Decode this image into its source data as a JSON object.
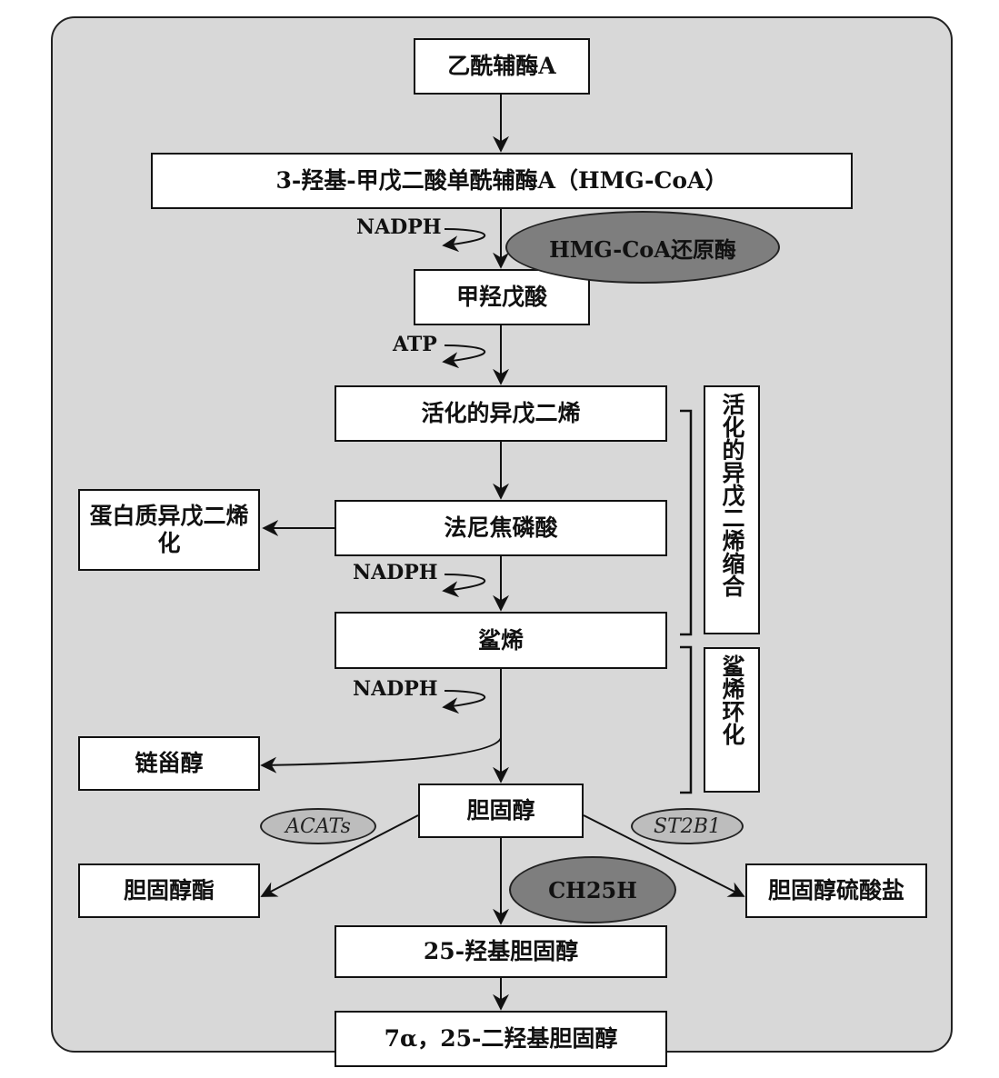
{
  "nodes": {
    "acetyl_coa": "乙酰辅酶A",
    "hmg_coa": "3-羟基-甲戊二酸单酰辅酶A（HMG-CoA）",
    "mevalonate": "甲羟戊酸",
    "activated_isoprene": "活化的异戊二烯",
    "farnesyl_pp": "法尼焦磷酸",
    "squalene": "鲨烯",
    "cholesterol": "胆固醇",
    "hydroxy_25": "25-羟基胆固醇",
    "dihydroxy": "7α，25-二羟基胆固醇",
    "protein_prenylation": "蛋白质异戊二烯化",
    "desmosterol": "链甾醇",
    "cholesteryl_ester": "胆固醇酯",
    "cholesterol_sulfate": "胆固醇硫酸盐"
  },
  "enzymes": {
    "hmgcr": "HMG-CoA还原酶",
    "acats": "ACATs",
    "st2b1": "ST2B1",
    "ch25h": "CH25H"
  },
  "cofactors": {
    "nadph_1": "NADPH",
    "atp": "ATP",
    "nadph_2": "NADPH",
    "nadph_3": "NADPH"
  },
  "stages": {
    "condensation": "活化的异戊二烯缩合",
    "cyclization": "鲨烯环化"
  }
}
